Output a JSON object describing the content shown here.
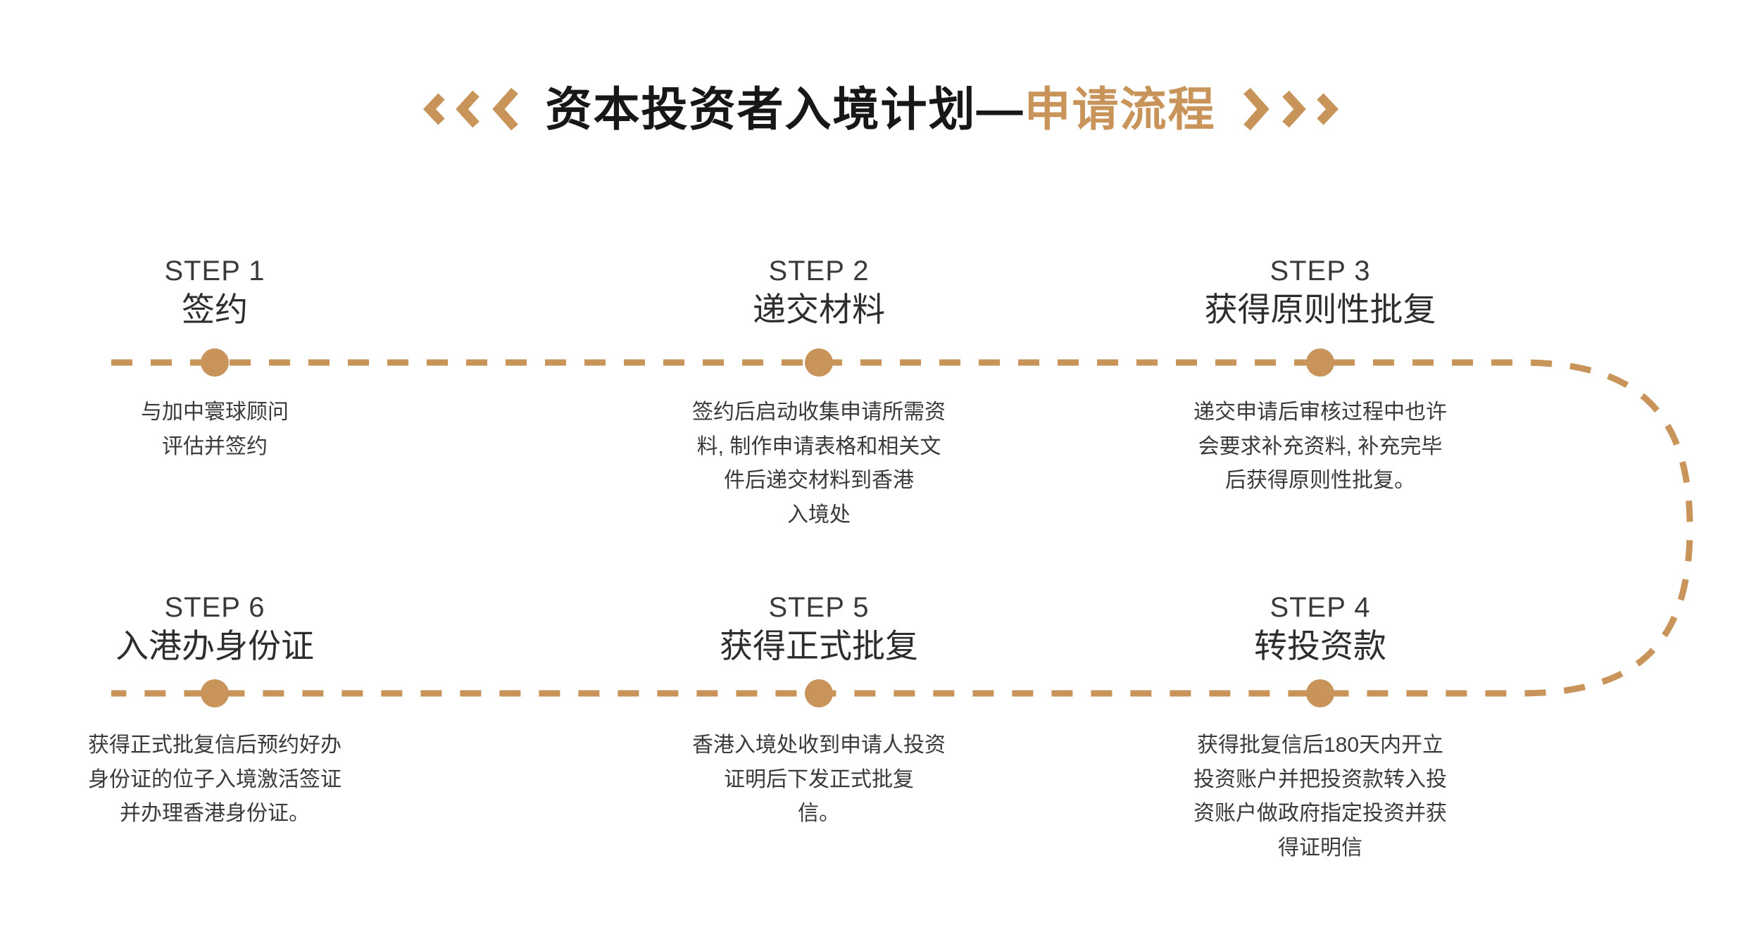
{
  "header": {
    "title_main": "资本投资者入境计划—",
    "title_accent": "申请流程",
    "left_chevrons_icon": "chevron-left-triple-icon",
    "right_chevrons_icon": "chevron-right-triple-icon"
  },
  "theme": {
    "accent": "#c8945a",
    "title_black": "#171717",
    "text": "#3a3a3a",
    "background": "#ffffff"
  },
  "flow": {
    "connector_icon": "dashed-u-turn-connector",
    "node_icon": "timeline-dot-icon"
  },
  "steps": [
    {
      "num": "STEP 1",
      "title": "签约",
      "body": [
        "与加中寰球顾问",
        "评估并签约"
      ]
    },
    {
      "num": "STEP 2",
      "title": "递交材料",
      "body": [
        "签约后启动收集申请所需资",
        "料, 制作申请表格和相关文",
        "件后递交材料到香港",
        "入境处"
      ]
    },
    {
      "num": "STEP 3",
      "title": "获得原则性批复",
      "body": [
        "递交申请后审核过程中也许",
        "会要求补充资料, 补充完毕",
        "后获得原则性批复。"
      ]
    },
    {
      "num": "STEP 4",
      "title": "转投资款",
      "body": [
        "获得批复信后180天内开立",
        "投资账户并把投资款转入投",
        "资账户做政府指定投资并获",
        "得证明信"
      ]
    },
    {
      "num": "STEP 5",
      "title": "获得正式批复",
      "body": [
        "香港入境处收到申请人投资",
        "证明后下发正式批复",
        "信。"
      ]
    },
    {
      "num": "STEP 6",
      "title": "入港办身份证",
      "body": [
        "获得正式批复信后预约好办",
        "身份证的位子入境激活签证",
        "并办理香港身份证。"
      ]
    }
  ]
}
